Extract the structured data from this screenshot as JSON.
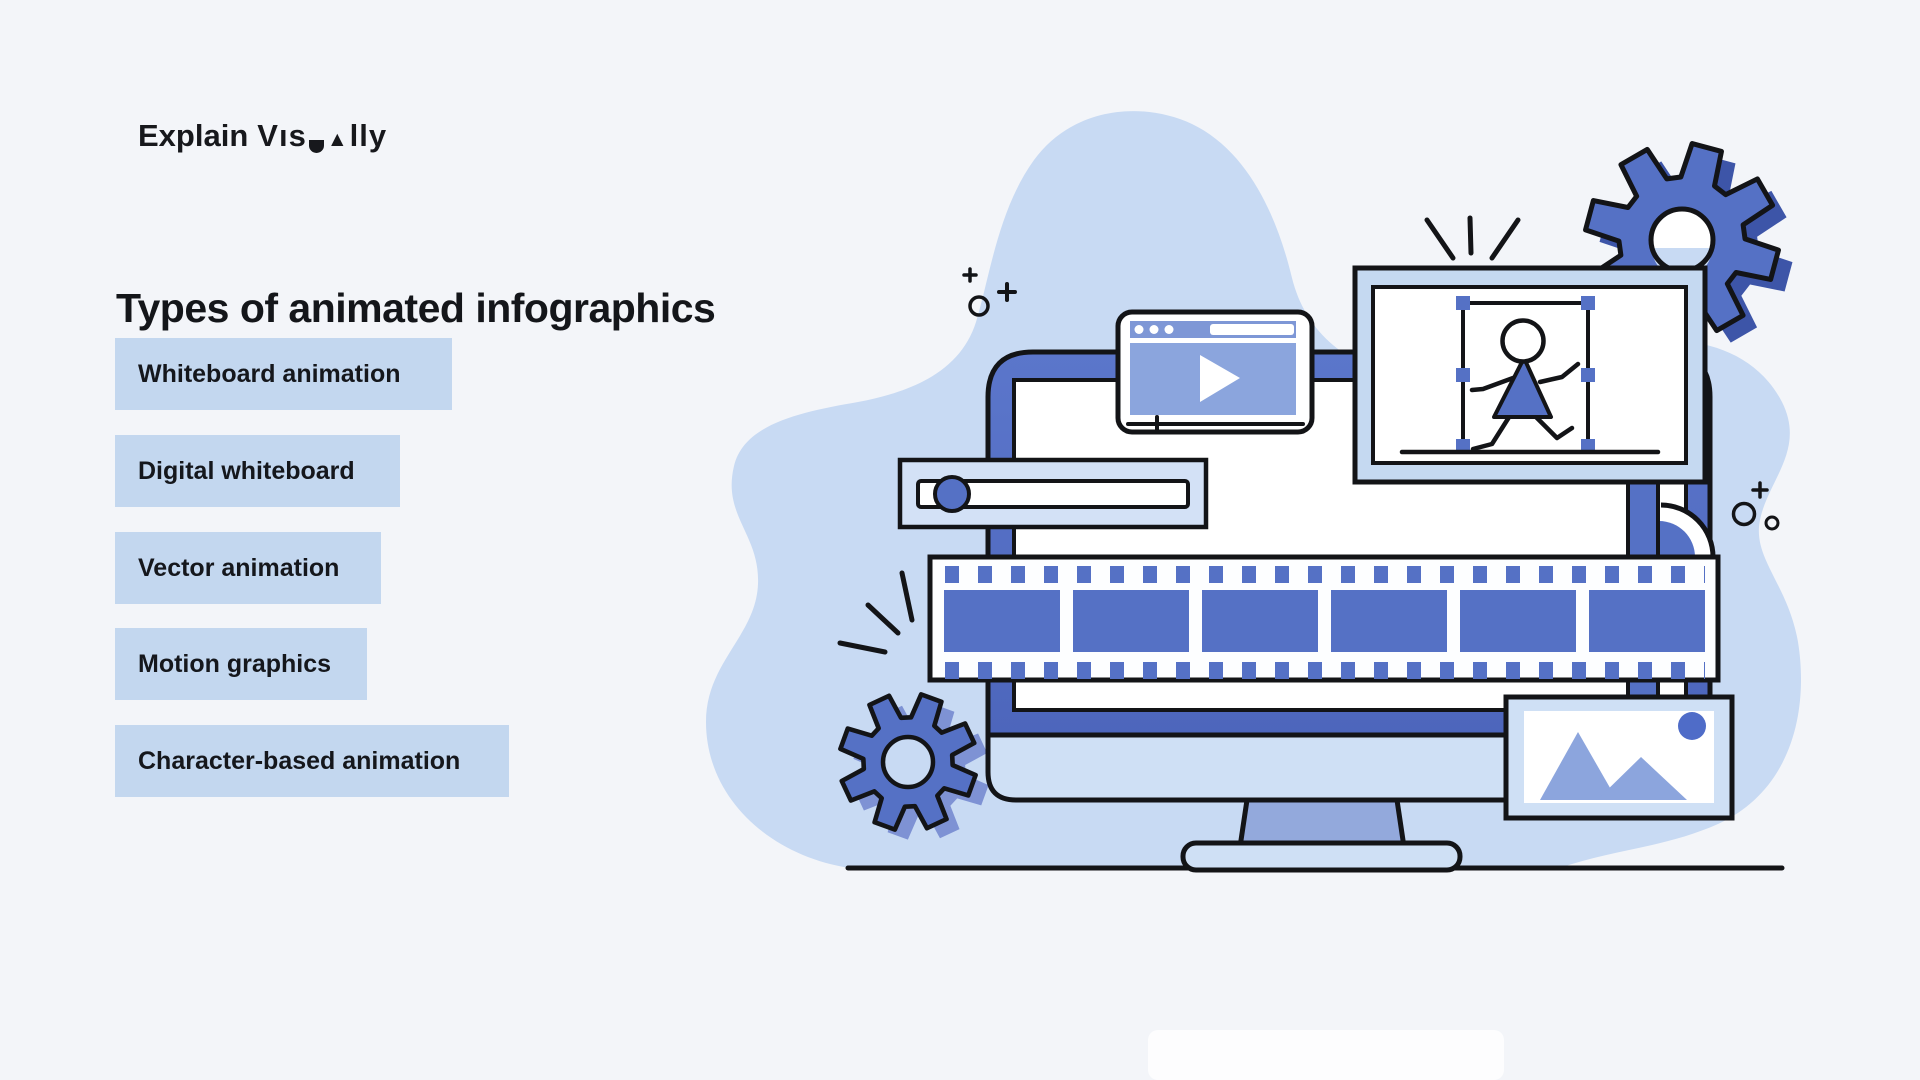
{
  "logo": {
    "word1": "Explain",
    "word2_v": "V",
    "word2_is": "ıs",
    "word2_triangle": "▲",
    "word2_tail": "lly",
    "full_name": "Explain Visually"
  },
  "title": "Types of animated infographics",
  "list": {
    "items": [
      {
        "label": "Whiteboard animation"
      },
      {
        "label": "Digital whiteboard"
      },
      {
        "label": "Vector animation"
      },
      {
        "label": "Motion graphics"
      },
      {
        "label": "Character-based animation"
      }
    ]
  },
  "colors": {
    "background": "#f3f5f9",
    "list_item_bg": "#c3d7ef",
    "blob_light_blue": "#c8daf3",
    "medium_blue": "#5571c5",
    "periwinkle": "#8ca5dd",
    "light_panel": "#cfe0f5",
    "gear_shadow_dark": "#3d55a8",
    "gear_shadow_light": "#7e92d4",
    "ink": "#131417"
  },
  "illustration": {
    "icons": [
      "monitor-icon",
      "film-strip-icon",
      "video-player-window-icon",
      "character-frame-icon",
      "playback-slider-icon",
      "image-thumbnail-icon",
      "gear-icon",
      "sparkle-icon",
      "play-icon"
    ]
  }
}
